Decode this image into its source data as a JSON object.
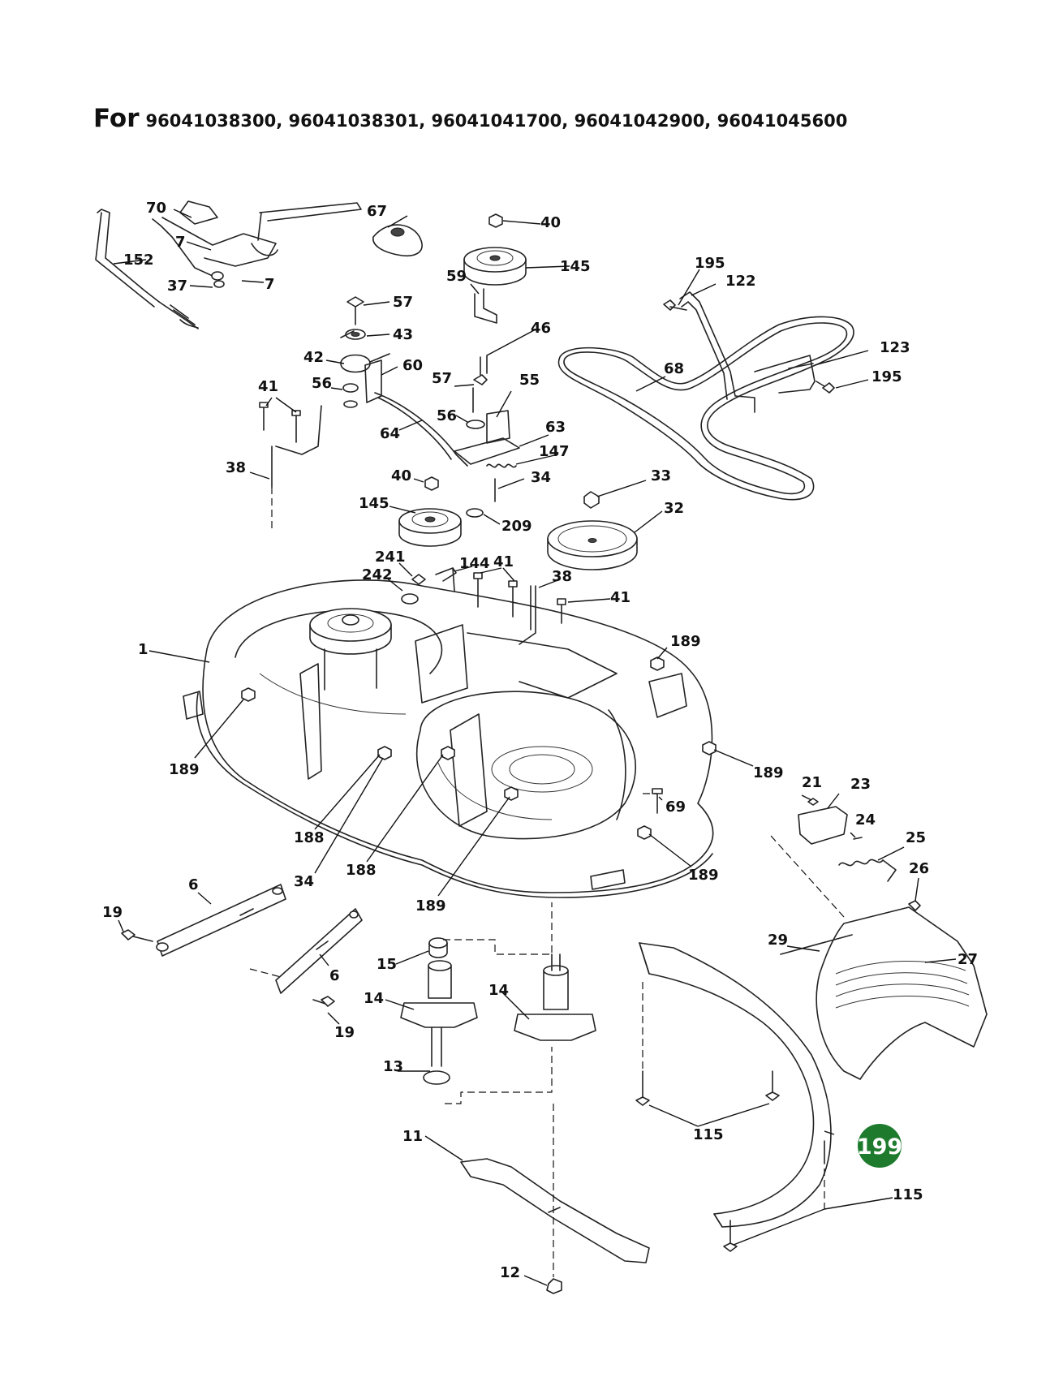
{
  "title": {
    "prefix": "For",
    "models": "96041038300, 96041038301, 96041041700, 96041042900, 96041045600"
  },
  "highlight": {
    "label": "199",
    "color": "#1e7b2e"
  },
  "callouts": [
    "70",
    "67",
    "40",
    "145",
    "7",
    "152",
    "37",
    "7",
    "59",
    "57",
    "43",
    "46",
    "195",
    "122",
    "42",
    "60",
    "57",
    "55",
    "68",
    "123",
    "195",
    "41",
    "56",
    "56",
    "64",
    "63",
    "147",
    "38",
    "40",
    "34",
    "33",
    "145",
    "32",
    "209",
    "241",
    "144",
    "41",
    "242",
    "38",
    "41",
    "1",
    "189",
    "189",
    "189",
    "21",
    "23",
    "69",
    "24",
    "25",
    "188",
    "188",
    "34",
    "189",
    "189",
    "26",
    "19",
    "6",
    "6",
    "29",
    "27",
    "15",
    "14",
    "14",
    "19",
    "13",
    "115",
    "11",
    "115",
    "12"
  ]
}
